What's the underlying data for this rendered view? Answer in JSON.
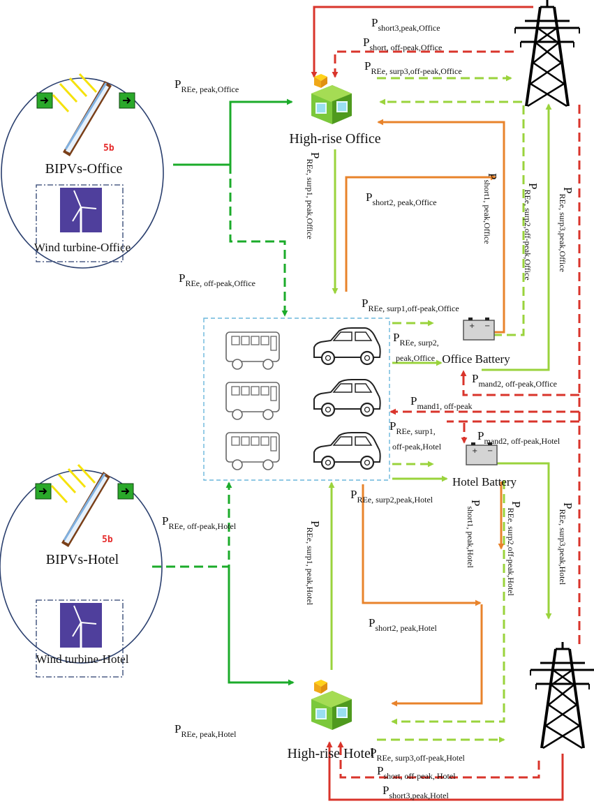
{
  "colors": {
    "dark_green": "#1bab2a",
    "light_green": "#9ad33c",
    "orange": "#e8832b",
    "red": "#d9342b",
    "ellipse": "#2a3f6e",
    "ev_box": "#6ab6dc",
    "wind_bg": "#4f3f9c"
  },
  "nodes": {
    "bipv_office": "BIPVs-Office",
    "wind_office": "Wind turbine-Office",
    "bipv_hotel": "BIPVs-Hotel",
    "wind_hotel": "Wind turbine-Hotel",
    "office": "High-rise Office",
    "hotel": "High-rise Hotel",
    "office_battery": "Office Battery",
    "hotel_battery": "Hotel Battery",
    "pv_badge": "5b"
  },
  "icons": {
    "building": "building-cube-icon",
    "battery": "battery-icon",
    "pylon": "transmission-tower-icon",
    "bus": "bus-icon",
    "car": "car-icon",
    "pv": "solar-panel-icon",
    "wind": "wind-turbine-icon"
  },
  "flows": {
    "f01": {
      "p": "P",
      "sub": "short3,peak,Office"
    },
    "f02": {
      "p": "P",
      "sub": "short, off-peak,Office"
    },
    "f03": {
      "p": "P",
      "sub": "REe, surp3,off-peak,Office"
    },
    "f04": {
      "p": "P",
      "sub": "REe, peak,Office"
    },
    "f05": {
      "p": "P",
      "sub": "REe, surp1, peak,Office"
    },
    "f06": {
      "p": "P",
      "sub": "short2, peak,Office"
    },
    "f07": {
      "p": "P",
      "sub": "short1, peak,Office"
    },
    "f08": {
      "p": "P",
      "sub": "REe, surp2,off-peak,Office"
    },
    "f09": {
      "p": "P",
      "sub": "REe, surp3,peak,Office"
    },
    "f10": {
      "p": "P",
      "sub": "REe, off-peak,Office"
    },
    "f11": {
      "p": "P",
      "sub": "REe, surp1,off-peak,Office"
    },
    "f12": {
      "p": "P",
      "sub": "REe, surp2,",
      "sub2": "peak,Office"
    },
    "f13": {
      "p": "P",
      "sub": "mand2, off-peak,Office"
    },
    "f14": {
      "p": "P",
      "sub": "mand1, off-peak"
    },
    "f15": {
      "p": "P",
      "sub": "REe, surp1,",
      "sub2": "off-peak,Hotel"
    },
    "f16": {
      "p": "P",
      "sub": "mand2, off-peak,Hotel"
    },
    "f17": {
      "p": "P",
      "sub": "REe, surp2,peak,Hotel"
    },
    "f18": {
      "p": "P",
      "sub": "short1, peak,Hotel"
    },
    "f19": {
      "p": "P",
      "sub": "REe, surp2,off-peak,Hotel"
    },
    "f20": {
      "p": "P",
      "sub": "REe, surp3,peak,Hotel"
    },
    "f21": {
      "p": "P",
      "sub": "REe, off-peak,Hotel"
    },
    "f22": {
      "p": "P",
      "sub": "REe, surp1, peak,Hotel"
    },
    "f23": {
      "p": "P",
      "sub": "short2, peak,Hotel"
    },
    "f24": {
      "p": "P",
      "sub": "REe, peak,Hotel"
    },
    "f25": {
      "p": "P",
      "sub": "REe, surp3,off-peak,Hotel"
    },
    "f26": {
      "p": "P",
      "sub": "short, off-peak, Hotel"
    },
    "f27": {
      "p": "P",
      "sub": "short3,peak,Hotel"
    }
  }
}
